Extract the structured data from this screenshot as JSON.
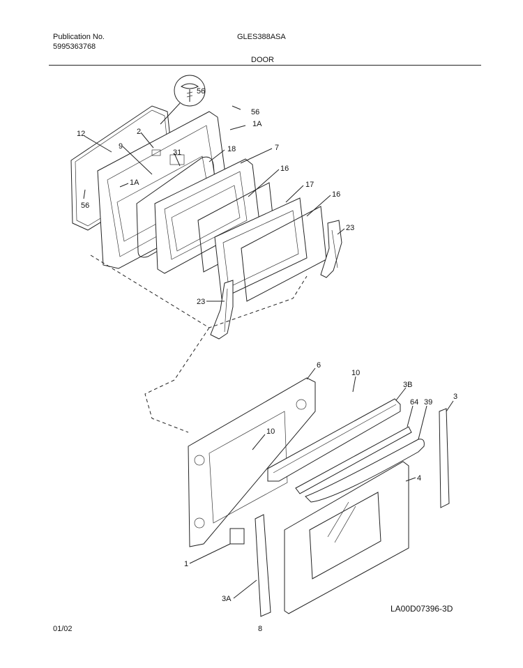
{
  "header": {
    "publication_label": "Publication No.",
    "publication_number": "5995363768",
    "model": "GLES388ASA",
    "section": "DOOR"
  },
  "footer": {
    "date": "01/02",
    "page": "8",
    "diagram_code": "LA00D07396-3D"
  },
  "callouts": {
    "c56_magnified": "56",
    "c56_top": "56",
    "c1A_top": "1A",
    "c12": "12",
    "c2": "2",
    "c9": "9",
    "c31": "31",
    "c18": "18",
    "c7": "7",
    "c16_a": "16",
    "c17": "17",
    "c16_b": "16",
    "c1A_left": "1A",
    "c56_left": "56",
    "c23_right": "23",
    "c23_left": "23",
    "c6": "6",
    "c10_top": "10",
    "c3B": "3B",
    "c64": "64",
    "c39": "39",
    "c3": "3",
    "c10_mid": "10",
    "c4": "4",
    "c1": "1",
    "c3A": "3A"
  }
}
